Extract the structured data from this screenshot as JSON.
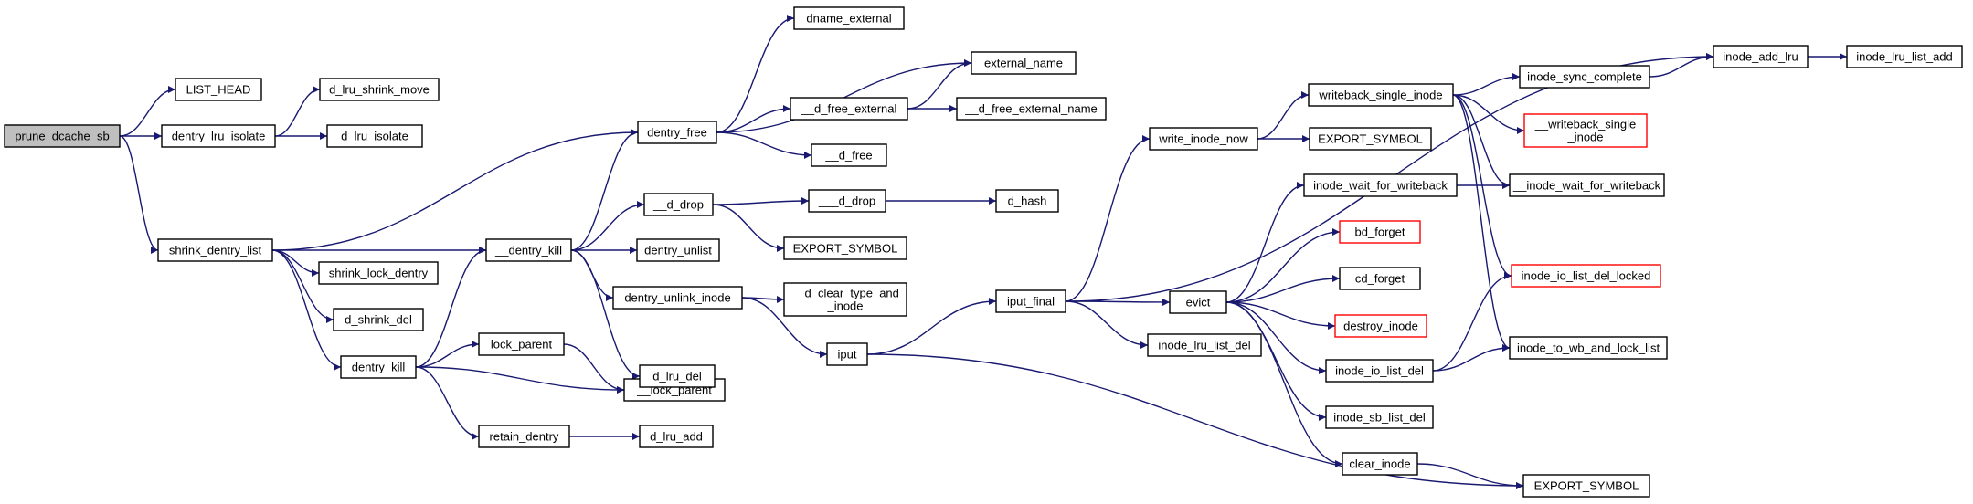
{
  "colors": {
    "edge": "#191970",
    "node_border": "#000000",
    "highlight_border": "#ff0000",
    "root_fill": "#bfbfbf",
    "node_fill": "#ffffff"
  },
  "nodes": [
    {
      "id": "prune_dcache_sb",
      "lines": [
        "prune_dcache_sb"
      ],
      "style": "root"
    },
    {
      "id": "LIST_HEAD",
      "lines": [
        "LIST_HEAD"
      ],
      "style": "normal"
    },
    {
      "id": "dentry_lru_isolate",
      "lines": [
        "dentry_lru_isolate"
      ],
      "style": "normal"
    },
    {
      "id": "d_lru_shrink_move",
      "lines": [
        "d_lru_shrink_move"
      ],
      "style": "normal"
    },
    {
      "id": "d_lru_isolate",
      "lines": [
        "d_lru_isolate"
      ],
      "style": "normal"
    },
    {
      "id": "shrink_dentry_list",
      "lines": [
        "shrink_dentry_list"
      ],
      "style": "normal"
    },
    {
      "id": "shrink_lock_dentry",
      "lines": [
        "shrink_lock_dentry"
      ],
      "style": "normal"
    },
    {
      "id": "d_shrink_del",
      "lines": [
        "d_shrink_del"
      ],
      "style": "normal"
    },
    {
      "id": "dentry_kill",
      "lines": [
        "dentry_kill"
      ],
      "style": "normal"
    },
    {
      "id": "lock_parent",
      "lines": [
        "lock_parent"
      ],
      "style": "normal"
    },
    {
      "id": "__lock_parent",
      "lines": [
        "__lock_parent"
      ],
      "style": "normal"
    },
    {
      "id": "retain_dentry",
      "lines": [
        "retain_dentry"
      ],
      "style": "normal"
    },
    {
      "id": "d_lru_add",
      "lines": [
        "d_lru_add"
      ],
      "style": "normal"
    },
    {
      "id": "__dentry_kill",
      "lines": [
        "__dentry_kill"
      ],
      "style": "normal"
    },
    {
      "id": "dentry_free",
      "lines": [
        "dentry_free"
      ],
      "style": "normal"
    },
    {
      "id": "dname_external",
      "lines": [
        "dname_external"
      ],
      "style": "normal"
    },
    {
      "id": "external_name",
      "lines": [
        "external_name"
      ],
      "style": "normal"
    },
    {
      "id": "__d_free_external",
      "lines": [
        "__d_free_external"
      ],
      "style": "normal"
    },
    {
      "id": "__d_free_external_name",
      "lines": [
        "__d_free_external_name"
      ],
      "style": "normal"
    },
    {
      "id": "__d_free",
      "lines": [
        "__d_free"
      ],
      "style": "normal"
    },
    {
      "id": "__d_drop",
      "lines": [
        "__d_drop"
      ],
      "style": "normal"
    },
    {
      "id": "___d_drop",
      "lines": [
        "___d_drop"
      ],
      "style": "normal"
    },
    {
      "id": "d_hash",
      "lines": [
        "d_hash"
      ],
      "style": "normal"
    },
    {
      "id": "EXPORT_SYMBOL_1",
      "lines": [
        "EXPORT_SYMBOL"
      ],
      "style": "normal"
    },
    {
      "id": "dentry_unlist",
      "lines": [
        "dentry_unlist"
      ],
      "style": "normal"
    },
    {
      "id": "dentry_unlink_inode",
      "lines": [
        "dentry_unlink_inode"
      ],
      "style": "normal"
    },
    {
      "id": "__d_clear_type_and_inode",
      "lines": [
        "__d_clear_type_and",
        "_inode"
      ],
      "style": "normal"
    },
    {
      "id": "d_lru_del",
      "lines": [
        "d_lru_del"
      ],
      "style": "normal"
    },
    {
      "id": "iput",
      "lines": [
        "iput"
      ],
      "style": "normal"
    },
    {
      "id": "iput_final",
      "lines": [
        "iput_final"
      ],
      "style": "normal"
    },
    {
      "id": "write_inode_now",
      "lines": [
        "write_inode_now"
      ],
      "style": "normal"
    },
    {
      "id": "EXPORT_SYMBOL_2",
      "lines": [
        "EXPORT_SYMBOL"
      ],
      "style": "normal"
    },
    {
      "id": "writeback_single_inode",
      "lines": [
        "writeback_single_inode"
      ],
      "style": "normal"
    },
    {
      "id": "inode_sync_complete",
      "lines": [
        "inode_sync_complete"
      ],
      "style": "normal"
    },
    {
      "id": "__writeback_single_inode",
      "lines": [
        "__writeback_single",
        "_inode"
      ],
      "style": "highlight"
    },
    {
      "id": "inode_add_lru",
      "lines": [
        "inode_add_lru"
      ],
      "style": "normal"
    },
    {
      "id": "inode_lru_list_add",
      "lines": [
        "inode_lru_list_add"
      ],
      "style": "normal"
    },
    {
      "id": "inode_wait_for_writeback",
      "lines": [
        "inode_wait_for_writeback"
      ],
      "style": "normal"
    },
    {
      "id": "__inode_wait_for_writeback",
      "lines": [
        "__inode_wait_for_writeback"
      ],
      "style": "normal"
    },
    {
      "id": "evict",
      "lines": [
        "evict"
      ],
      "style": "normal"
    },
    {
      "id": "bd_forget",
      "lines": [
        "bd_forget"
      ],
      "style": "highlight"
    },
    {
      "id": "cd_forget",
      "lines": [
        "cd_forget"
      ],
      "style": "normal"
    },
    {
      "id": "destroy_inode",
      "lines": [
        "destroy_inode"
      ],
      "style": "highlight"
    },
    {
      "id": "inode_io_list_del",
      "lines": [
        "inode_io_list_del"
      ],
      "style": "normal"
    },
    {
      "id": "inode_io_list_del_locked",
      "lines": [
        "inode_io_list_del_locked"
      ],
      "style": "highlight"
    },
    {
      "id": "inode_to_wb_and_lock_list",
      "lines": [
        "inode_to_wb_and_lock_list"
      ],
      "style": "normal"
    },
    {
      "id": "inode_sb_list_del",
      "lines": [
        "inode_sb_list_del"
      ],
      "style": "normal"
    },
    {
      "id": "clear_inode",
      "lines": [
        "clear_inode"
      ],
      "style": "normal"
    },
    {
      "id": "EXPORT_SYMBOL_3",
      "lines": [
        "EXPORT_SYMBOL"
      ],
      "style": "normal"
    },
    {
      "id": "inode_lru_list_del",
      "lines": [
        "inode_lru_list_del"
      ],
      "style": "normal"
    }
  ],
  "edges": [
    [
      "prune_dcache_sb",
      "LIST_HEAD"
    ],
    [
      "prune_dcache_sb",
      "dentry_lru_isolate"
    ],
    [
      "prune_dcache_sb",
      "shrink_dentry_list"
    ],
    [
      "dentry_lru_isolate",
      "d_lru_shrink_move"
    ],
    [
      "dentry_lru_isolate",
      "d_lru_isolate"
    ],
    [
      "shrink_dentry_list",
      "dentry_free"
    ],
    [
      "shrink_dentry_list",
      "__dentry_kill"
    ],
    [
      "shrink_dentry_list",
      "shrink_lock_dentry"
    ],
    [
      "shrink_dentry_list",
      "d_shrink_del"
    ],
    [
      "shrink_dentry_list",
      "dentry_kill"
    ],
    [
      "dentry_kill",
      "__dentry_kill"
    ],
    [
      "dentry_kill",
      "lock_parent"
    ],
    [
      "dentry_kill",
      "__lock_parent"
    ],
    [
      "dentry_kill",
      "retain_dentry"
    ],
    [
      "lock_parent",
      "__lock_parent"
    ],
    [
      "retain_dentry",
      "d_lru_add"
    ],
    [
      "__dentry_kill",
      "dentry_free"
    ],
    [
      "__dentry_kill",
      "__d_drop"
    ],
    [
      "__dentry_kill",
      "dentry_unlist"
    ],
    [
      "__dentry_kill",
      "dentry_unlink_inode"
    ],
    [
      "__dentry_kill",
      "d_lru_del"
    ],
    [
      "dentry_free",
      "dname_external"
    ],
    [
      "dentry_free",
      "external_name"
    ],
    [
      "dentry_free",
      "__d_free_external"
    ],
    [
      "dentry_free",
      "__d_free"
    ],
    [
      "__d_free_external",
      "external_name"
    ],
    [
      "__d_free_external",
      "__d_free_external_name"
    ],
    [
      "__d_drop",
      "___d_drop"
    ],
    [
      "__d_drop",
      "EXPORT_SYMBOL_1"
    ],
    [
      "___d_drop",
      "d_hash"
    ],
    [
      "dentry_unlink_inode",
      "__d_clear_type_and_inode"
    ],
    [
      "dentry_unlink_inode",
      "iput"
    ],
    [
      "iput",
      "iput_final"
    ],
    [
      "iput",
      "EXPORT_SYMBOL_3"
    ],
    [
      "iput_final",
      "inode_add_lru"
    ],
    [
      "iput_final",
      "write_inode_now"
    ],
    [
      "iput_final",
      "evict"
    ],
    [
      "iput_final",
      "inode_lru_list_del"
    ],
    [
      "write_inode_now",
      "writeback_single_inode"
    ],
    [
      "write_inode_now",
      "EXPORT_SYMBOL_2"
    ],
    [
      "writeback_single_inode",
      "inode_sync_complete"
    ],
    [
      "writeback_single_inode",
      "__writeback_single_inode"
    ],
    [
      "writeback_single_inode",
      "__inode_wait_for_writeback"
    ],
    [
      "writeback_single_inode",
      "inode_io_list_del_locked"
    ],
    [
      "writeback_single_inode",
      "inode_to_wb_and_lock_list"
    ],
    [
      "inode_sync_complete",
      "inode_add_lru"
    ],
    [
      "inode_add_lru",
      "inode_lru_list_add"
    ],
    [
      "inode_wait_for_writeback",
      "__inode_wait_for_writeback"
    ],
    [
      "evict",
      "inode_wait_for_writeback"
    ],
    [
      "evict",
      "bd_forget"
    ],
    [
      "evict",
      "cd_forget"
    ],
    [
      "evict",
      "destroy_inode"
    ],
    [
      "evict",
      "inode_io_list_del"
    ],
    [
      "evict",
      "inode_sb_list_del"
    ],
    [
      "evict",
      "clear_inode"
    ],
    [
      "inode_io_list_del",
      "inode_io_list_del_locked"
    ],
    [
      "inode_io_list_del",
      "inode_to_wb_and_lock_list"
    ],
    [
      "clear_inode",
      "EXPORT_SYMBOL_3"
    ]
  ]
}
